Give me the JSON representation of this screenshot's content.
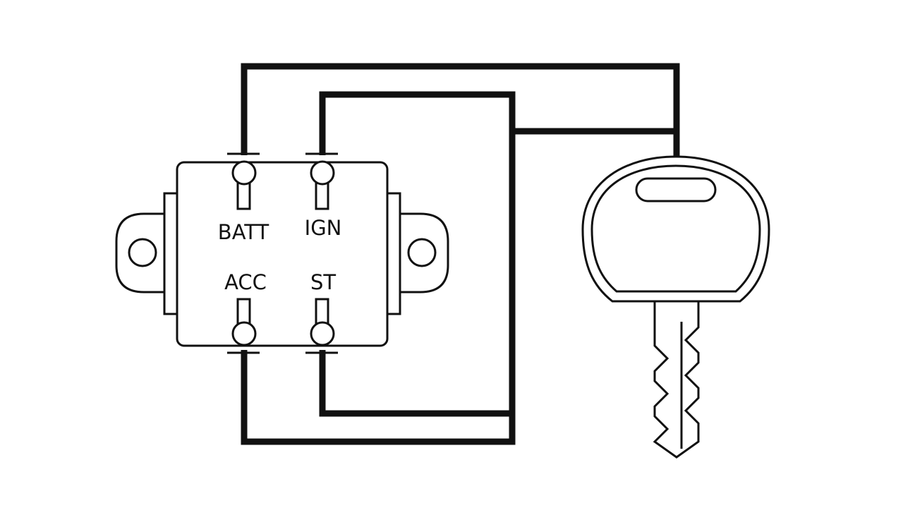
{
  "diagram": {
    "terminals": {
      "batt": {
        "label": "BATT"
      },
      "ign": {
        "label": "IGN"
      },
      "acc": {
        "label": "ACC"
      },
      "st": {
        "label": "ST"
      }
    },
    "colors": {
      "wire": "#111111",
      "outline": "#111111",
      "fill": "#ffffff"
    },
    "icons": {
      "switch": "ignition-switch-icon",
      "key": "car-key-icon"
    }
  }
}
